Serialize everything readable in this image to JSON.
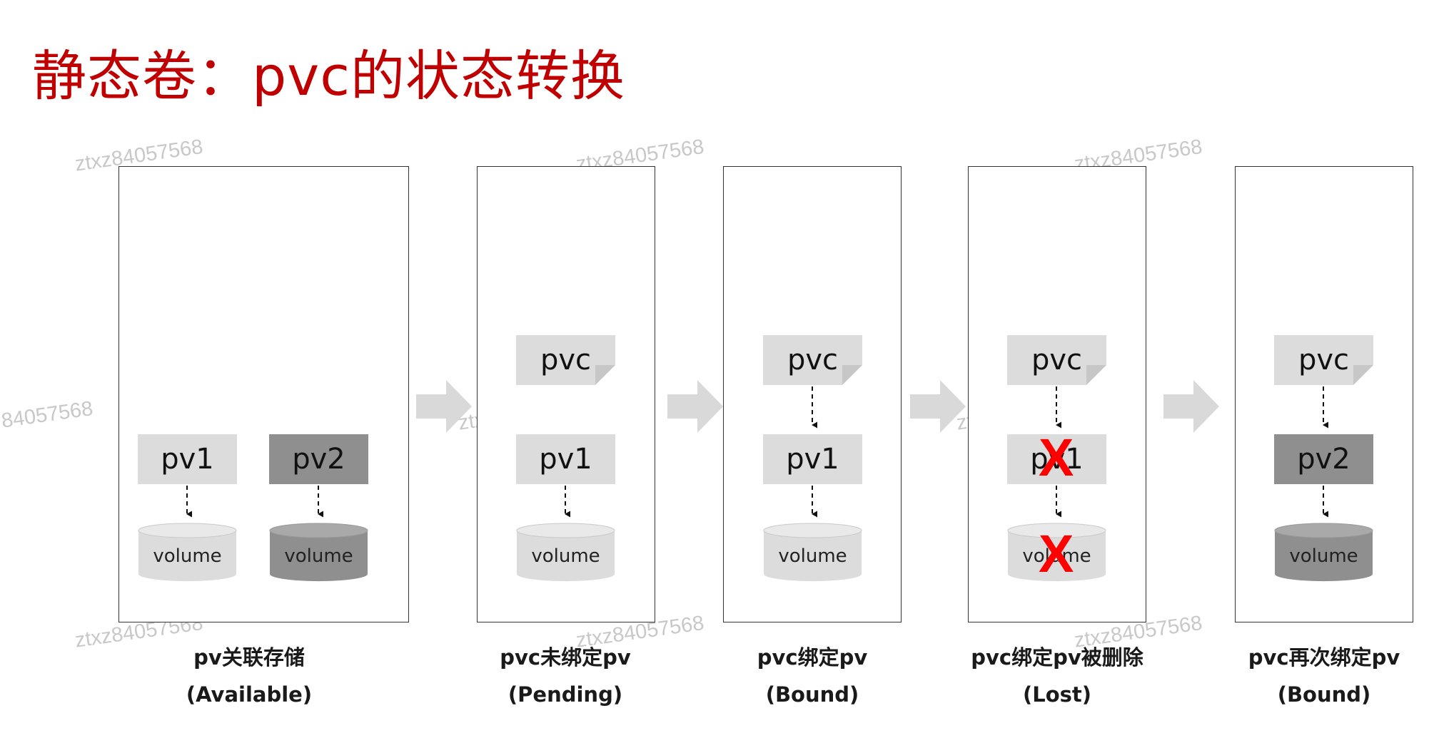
{
  "title": "静态卷：pvc的状态转换",
  "watermark": "ztxz84057568",
  "watermark_partial": "84057568",
  "colors": {
    "title": "#c00000",
    "light_box": "#dcdcdc",
    "dark_box": "#8f8f8f",
    "cross": "#ff0000"
  },
  "labels": {
    "pvc": "pvc",
    "pv1": "pv1",
    "pv2": "pv2",
    "volume": "volume"
  },
  "cross_icon": "X",
  "stages": [
    {
      "caption": "pv关联存储",
      "state": "(Available)"
    },
    {
      "caption": "pvc未绑定pv",
      "state": "(Pending)"
    },
    {
      "caption": "pvc绑定pv",
      "state": "(Bound)"
    },
    {
      "caption": "pvc绑定pv被删除",
      "state": "(Lost)"
    },
    {
      "caption": "pvc再次绑定pv",
      "state": "(Bound)"
    }
  ]
}
